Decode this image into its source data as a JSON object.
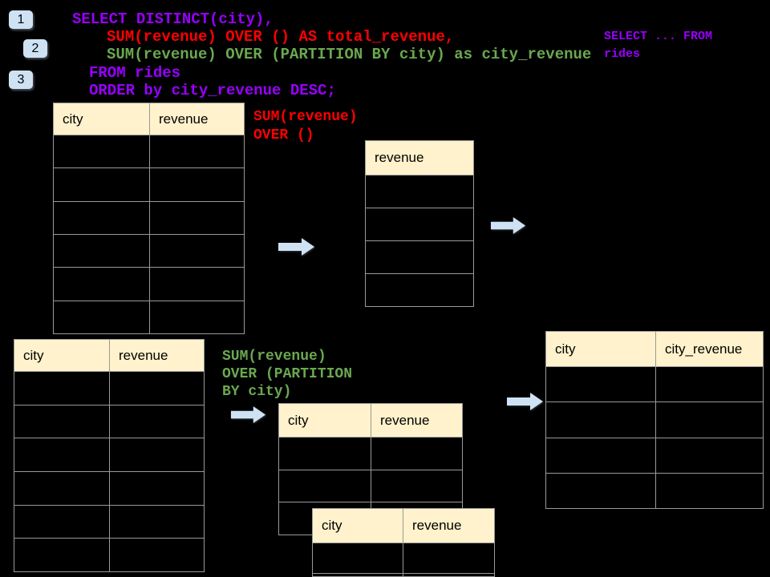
{
  "colors": {
    "background": "#000000",
    "purple": "#9900ff",
    "red": "#ff0000",
    "green": "#6aa84f",
    "header_fill": "#fff2cc",
    "table_border": "#999999",
    "arrow_fill": "#cfe2f3",
    "badge_fill": "#cfe2f3"
  },
  "step_badges": [
    {
      "label": "1"
    },
    {
      "label": "2"
    },
    {
      "label": "3"
    }
  ],
  "sql_query": {
    "lines": [
      {
        "text": "SELECT DISTINCT(city),",
        "color": "purple"
      },
      {
        "text": "SUM(revenue) OVER () AS total_revenue,",
        "color": "red"
      },
      {
        "text": "SUM(revenue) OVER (PARTITION BY city) as city_revenue",
        "color": "green"
      },
      {
        "text": "FROM rides",
        "color": "purple"
      },
      {
        "text": "ORDER by city_revenue DESC;",
        "color": "purple"
      }
    ]
  },
  "side_note": {
    "text": "SELECT ... FROM\nrides",
    "color": "purple"
  },
  "annotations": {
    "total_window": {
      "text": "SUM(revenue)\nOVER ()",
      "color": "red"
    },
    "partition_window": {
      "text": "SUM(revenue)\nOVER (PARTITION\nBY city)",
      "color": "green"
    }
  },
  "tables": {
    "rides_source_top": {
      "headers": [
        "city",
        "revenue"
      ],
      "empty_row_count": 6
    },
    "total_revenue_result": {
      "headers": [
        "revenue"
      ],
      "empty_row_count": 4
    },
    "rides_source_bottom": {
      "headers": [
        "city",
        "revenue"
      ],
      "empty_row_count": 6
    },
    "partition_back": {
      "headers": [
        "city",
        "revenue"
      ],
      "empty_row_count": 3
    },
    "partition_front": {
      "headers": [
        "city",
        "revenue"
      ],
      "empty_row_count": 2
    },
    "city_revenue_result": {
      "headers": [
        "city",
        "city_revenue"
      ],
      "empty_row_count": 4
    }
  },
  "icons": {
    "flow_arrow": "right-block-arrow"
  }
}
